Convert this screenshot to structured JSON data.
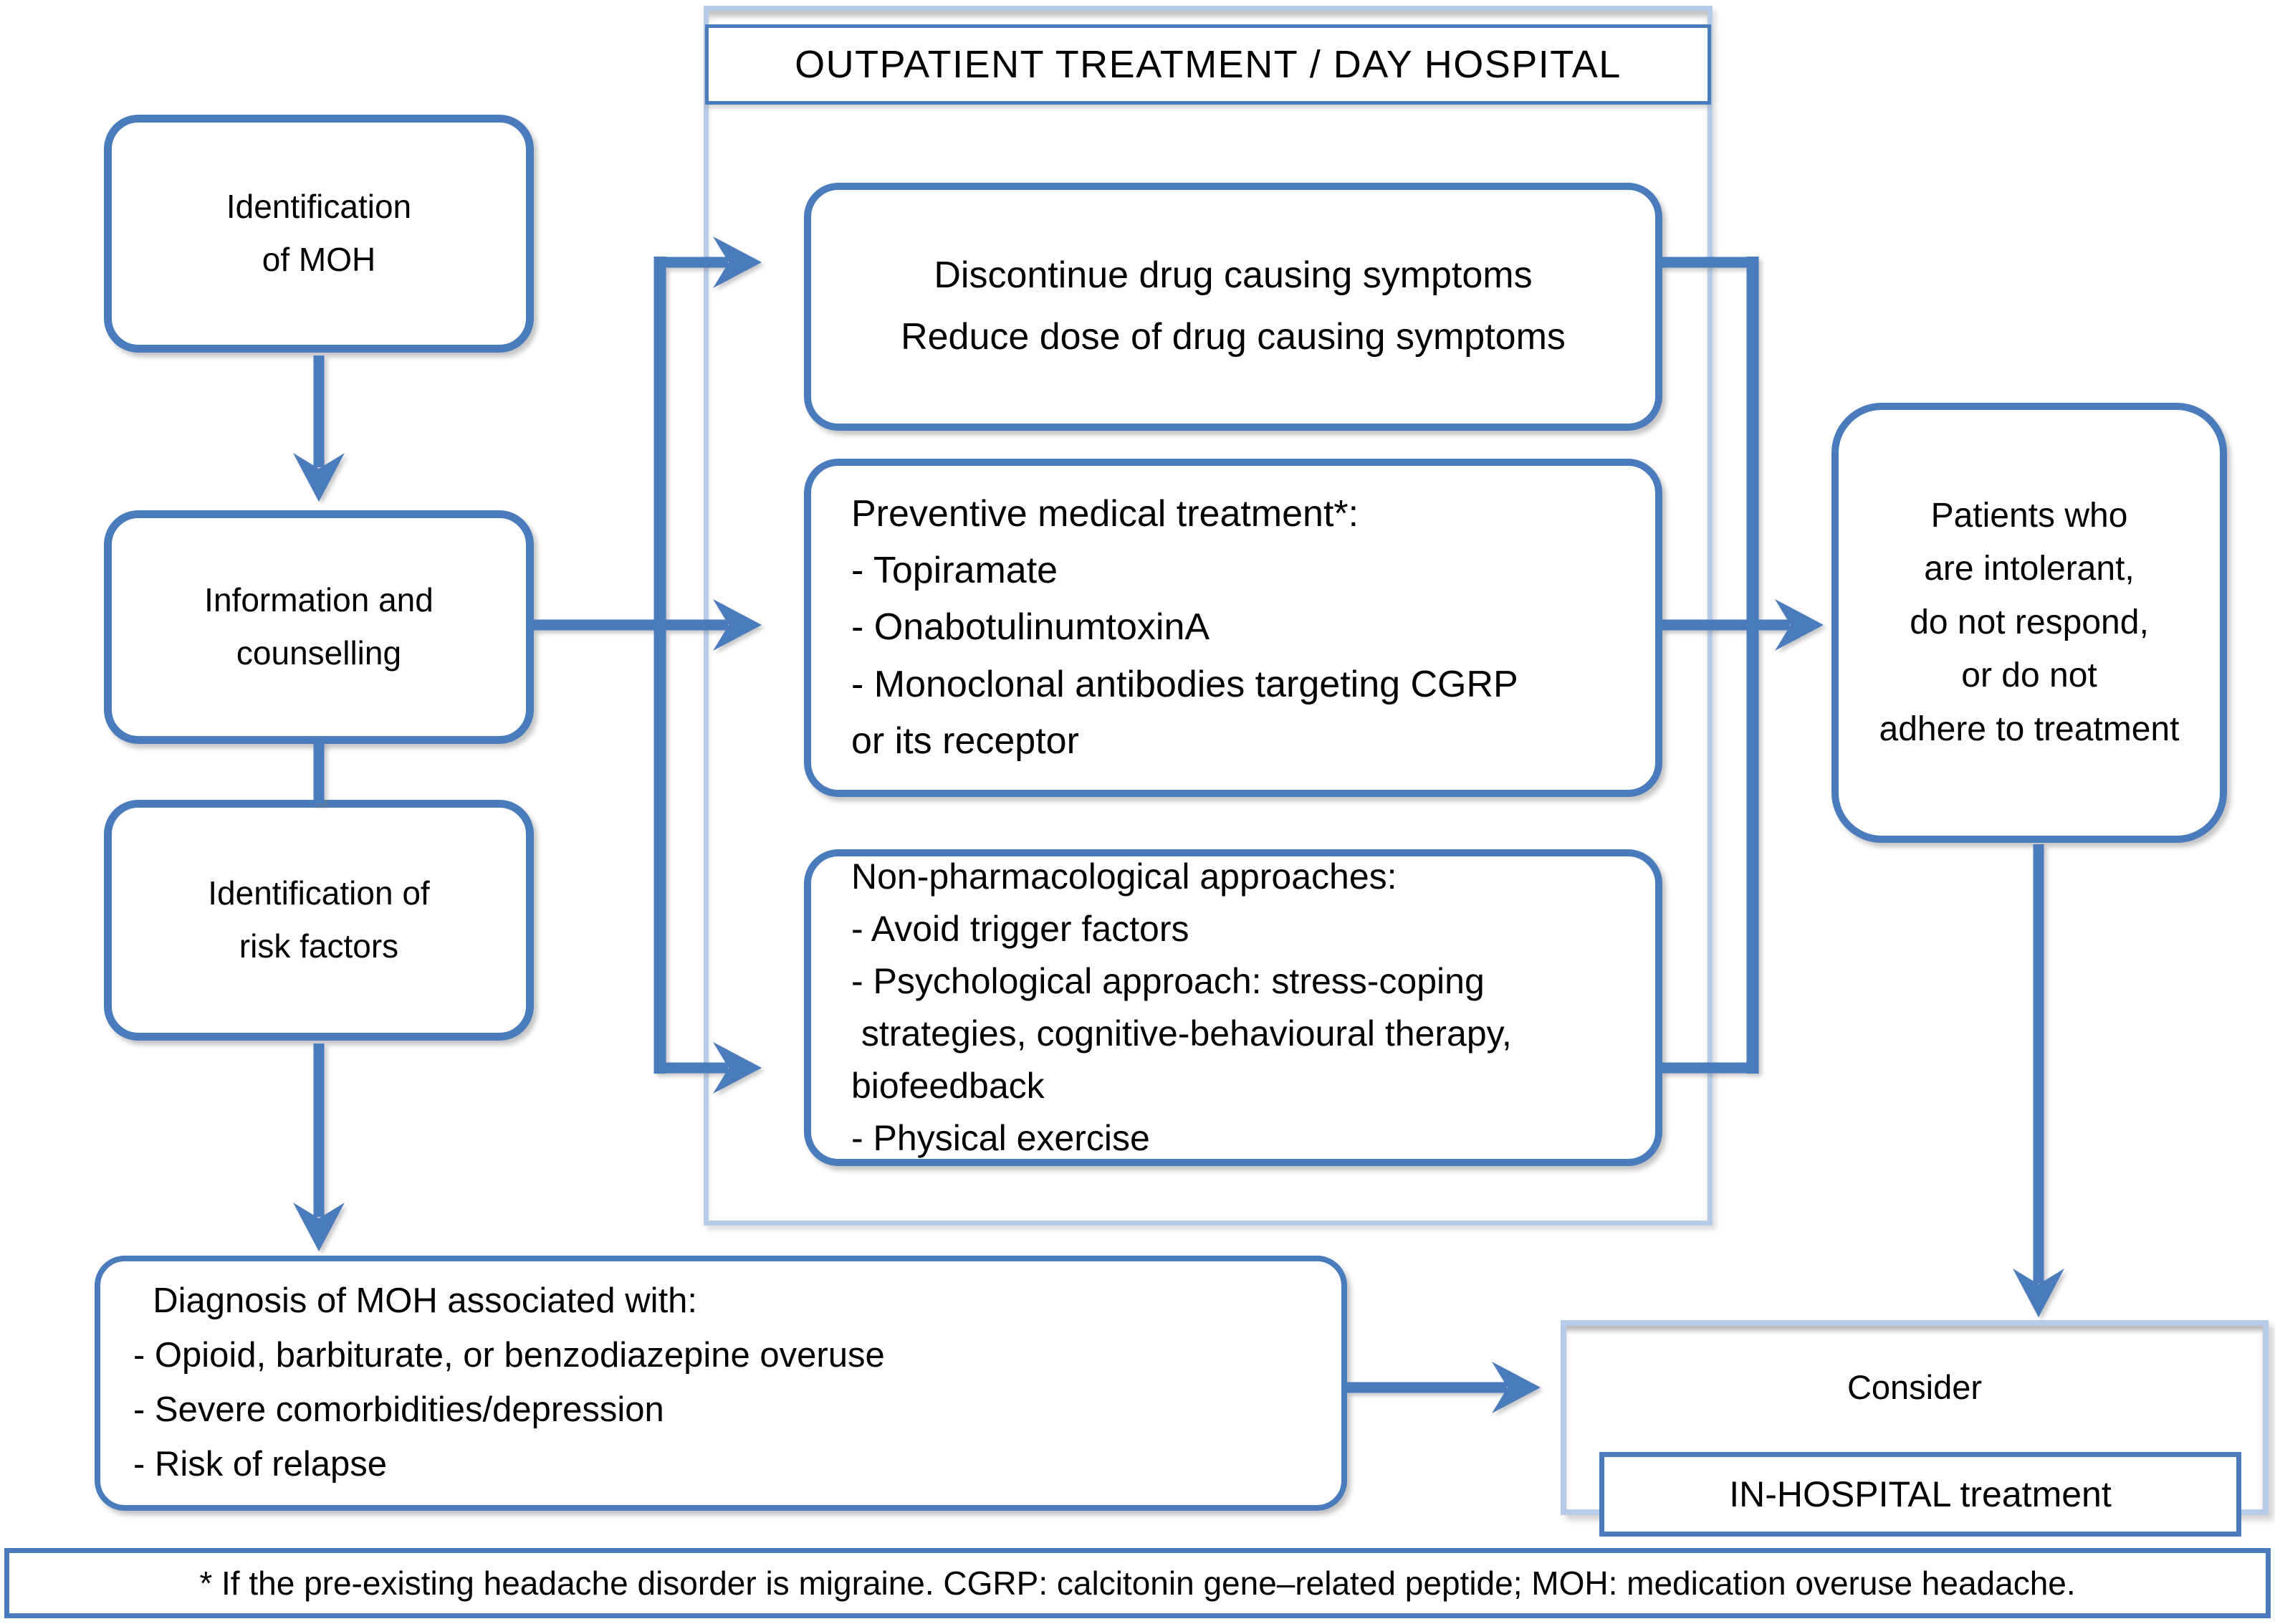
{
  "header": {
    "title": "OUTPATIENT TREATMENT / DAY HOSPITAL"
  },
  "left_column": {
    "identification_moh": "Identification\nof MOH",
    "information_counselling": "Information and\ncounselling",
    "identification_risk_factors": "Identification of\nrisk factors",
    "diagnosis": "  Diagnosis of MOH associated with:\n- Opioid, barbiturate, or benzodiazepine overuse\n- Severe comorbidities/depression\n- Risk of relapse"
  },
  "outpatient_boxes": {
    "discontinue": "Discontinue drug causing symptoms\nReduce dose of drug causing symptoms",
    "preventive": "Preventive medical treatment*:\n- Topiramate\n- OnabotulinumtoxinA\n- Monoclonal antibodies targeting CGRP\nor its receptor",
    "non_pharmacological": "Non-pharmacological approaches:\n- Avoid trigger factors\n- Psychological approach: stress-coping\n strategies, cognitive-behavioural therapy,\nbiofeedback\n- Physical exercise"
  },
  "right_column": {
    "patients": "Patients who\nare intolerant,\ndo not respond,\nor do not\nadhere to treatment",
    "consider_label": "Consider",
    "in_hospital_label": "IN-HOSPITAL treatment"
  },
  "footnote": "* If the pre-existing headache disorder is migraine. CGRP: calcitonin gene–related peptide; MOH: medication overuse headache.",
  "colors": {
    "accent_blue": "#4a7bbc",
    "light_blue": "#b7cce9"
  }
}
